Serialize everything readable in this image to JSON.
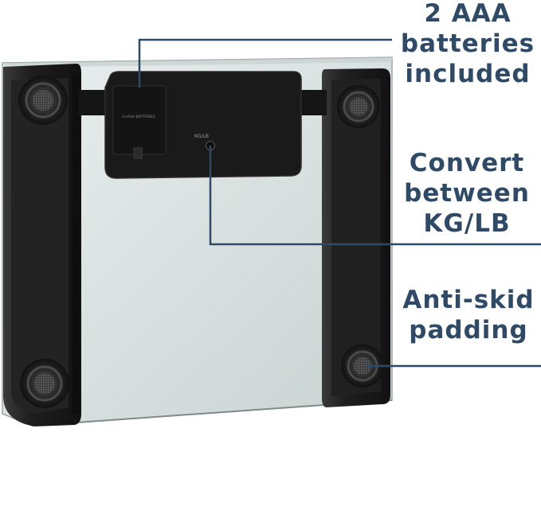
{
  "callouts": {
    "batteries": [
      "2 AAA",
      "batteries",
      "included"
    ],
    "convert": [
      "Convert",
      "between",
      "KG/LB"
    ],
    "antiskid": [
      "Anti-skid",
      "padding"
    ]
  },
  "device": {
    "battery_label": "2×AAA BATTERIES",
    "switch_label": "KG/LB"
  },
  "colors": {
    "callout_text": "#2f4a67",
    "leader_line": "#2f4a67",
    "scale_body": "#1c1c1c",
    "glass": "#dfe6e5"
  }
}
